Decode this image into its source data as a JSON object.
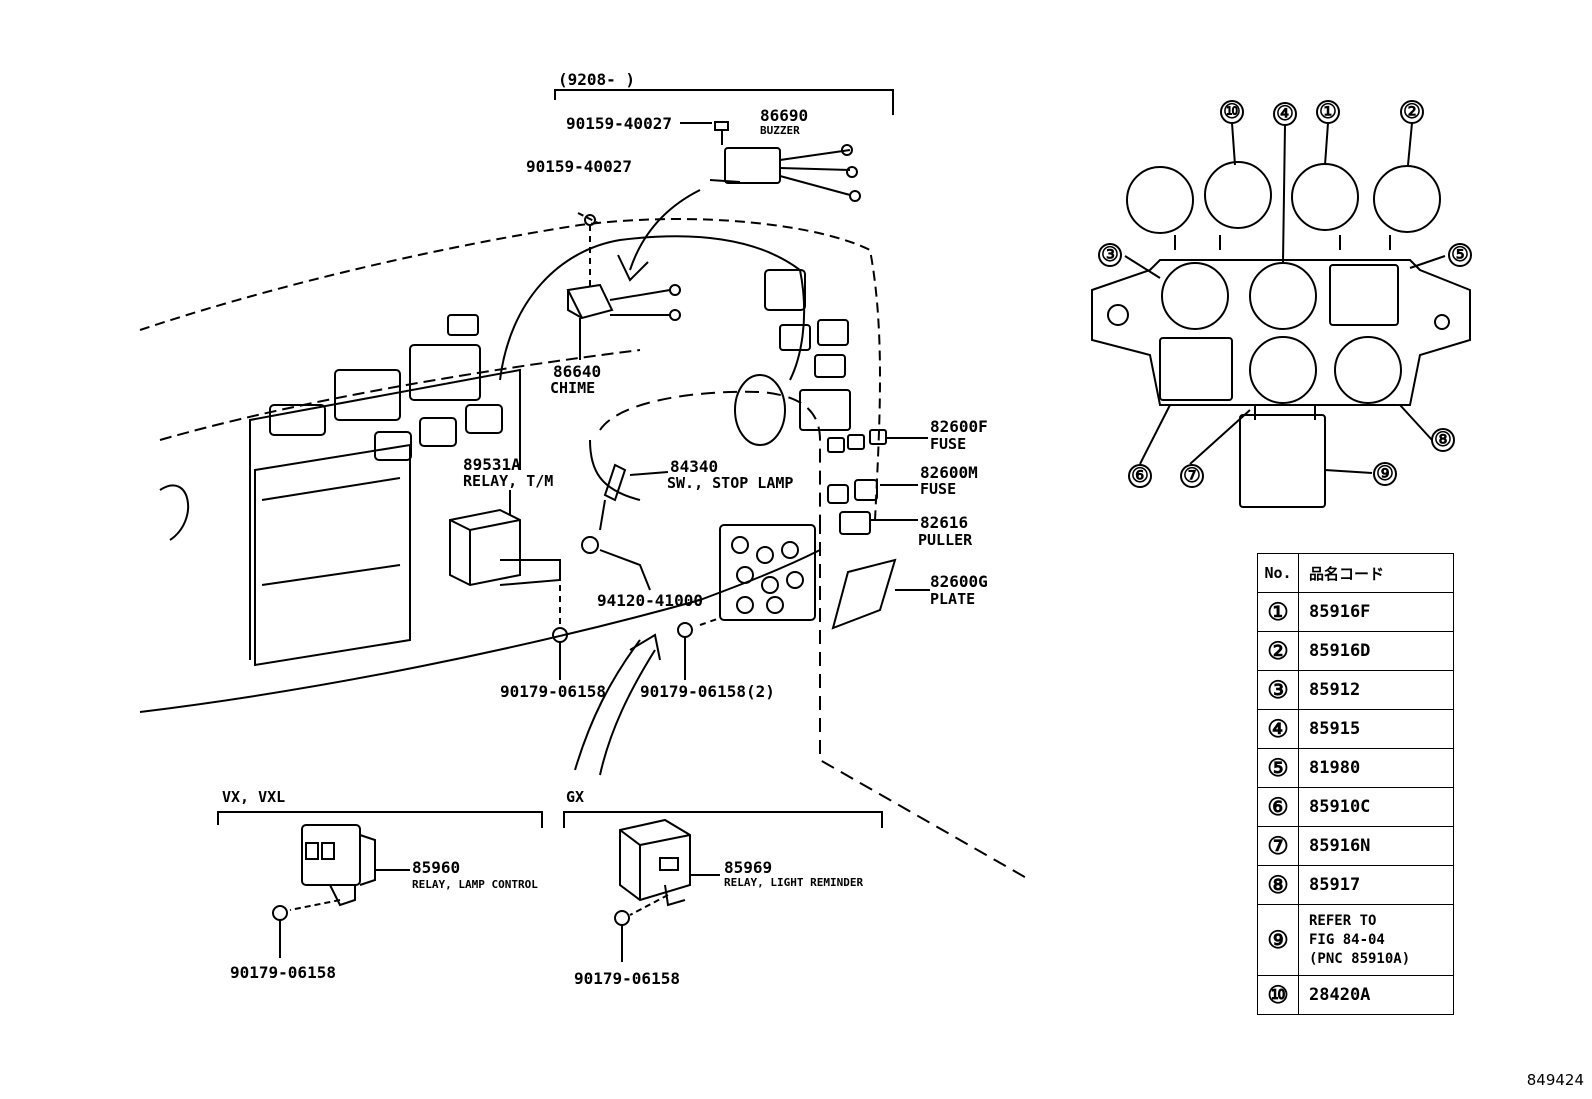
{
  "labels": {
    "date_range": "(9208-      )",
    "bolt_top": "90159-40027",
    "buzzer_no": "86690",
    "buzzer_name": "BUZZER",
    "bolt_left": "90159-40027",
    "chime_no": "86640",
    "chime_name": "CHIME",
    "relay_tm_no": "89531A",
    "relay_tm_name": "RELAY, T/M",
    "sw_no": "84340",
    "sw_name": "SW., STOP LAMP",
    "clip_no": "94120-41000",
    "fuse_f_no": "82600F",
    "fuse_f_name": "FUSE",
    "fuse_m_no": "82600M",
    "fuse_m_name": "FUSE",
    "puller_no": "82616",
    "puller_name": "PULLER",
    "plate_no": "82600G",
    "plate_name": "PLATE",
    "nut_left": "90179-06158",
    "nut_right": "90179-06158(2)",
    "grade_vx": "VX, VXL",
    "grade_gx": "GX",
    "relay_lamp_no": "85960",
    "relay_lamp_name": "RELAY, LAMP CONTROL",
    "relay_light_no": "85969",
    "relay_light_name": "RELAY, LIGHT REMINDER",
    "nut_vx": "90179-06158",
    "nut_gx": "90179-06158"
  },
  "callouts": [
    "⑩",
    "④",
    "①",
    "②",
    "③",
    "⑤",
    "⑥",
    "⑦",
    "⑨",
    "⑧"
  ],
  "table": {
    "header_no": "No.",
    "header_code": "品名コード",
    "rows": [
      {
        "no": "①",
        "code": "85916F"
      },
      {
        "no": "②",
        "code": "85916D"
      },
      {
        "no": "③",
        "code": "85912"
      },
      {
        "no": "④",
        "code": "85915"
      },
      {
        "no": "⑤",
        "code": "81980"
      },
      {
        "no": "⑥",
        "code": "85910C"
      },
      {
        "no": "⑦",
        "code": "85916N"
      },
      {
        "no": "⑧",
        "code": "85917"
      },
      {
        "no": "⑨",
        "code": "REFER TO\nFIG 84-04\n(PNC 85910A)"
      },
      {
        "no": "⑩",
        "code": "28420A"
      }
    ]
  },
  "figure_number": "849424"
}
